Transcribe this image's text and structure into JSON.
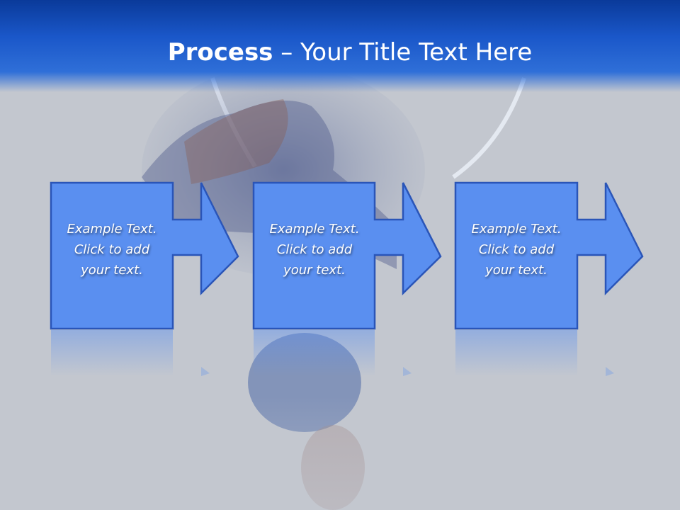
{
  "slide": {
    "title_bold": "Process",
    "title_rest": " – Your Title Text Here"
  },
  "steps": [
    {
      "text": "Example Text.\nClick  to add\nyour text."
    },
    {
      "text": "Example Text.\nClick  to add\nyour text."
    },
    {
      "text": "Example Text.\nClick  to add\nyour text."
    }
  ],
  "colors": {
    "title_band": "#1a57c9",
    "box_fill": "#5a8ff0",
    "box_stroke": "#2a55b8",
    "background": "#c3c7cf"
  }
}
